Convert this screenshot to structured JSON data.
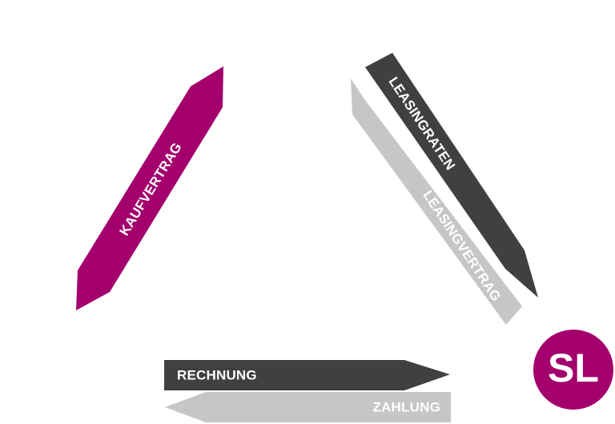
{
  "colors": {
    "magenta": "#a3006e",
    "dark_gray": "#404040",
    "light_gray": "#c6c6c6",
    "label": "#ffffff"
  },
  "arrows": {
    "kaufvertrag": {
      "label": "KAUFVERTRAG",
      "direction": "up-right"
    },
    "leasingraten": {
      "label": "LEASINGRATEN",
      "direction": "down-right"
    },
    "leasingvertrag": {
      "label": "LEASINGVERTRAG",
      "direction": "up-left"
    },
    "rechnung": {
      "label": "RECHNUNG",
      "direction": "right"
    },
    "zahlung": {
      "label": "ZAHLUNG",
      "direction": "left"
    }
  },
  "logo": {
    "text": "SL"
  }
}
